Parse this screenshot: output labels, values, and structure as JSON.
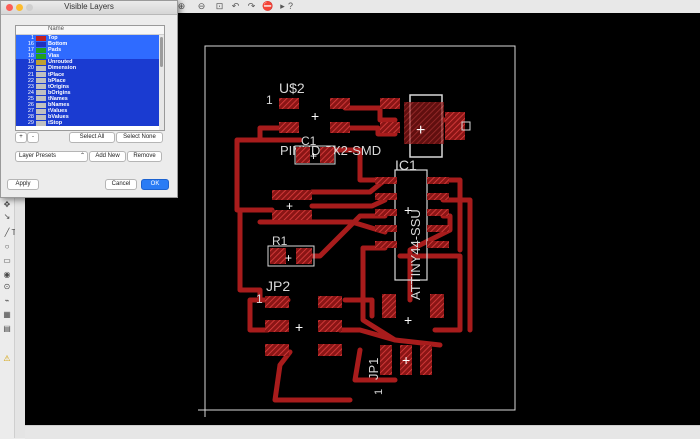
{
  "window": {
    "title": "Visible Layers"
  },
  "layers": {
    "header": {
      "num": "",
      "name": "Name"
    },
    "rows": [
      {
        "num": "1",
        "name": "Top",
        "color": "#c02020"
      },
      {
        "num": "16",
        "name": "Bottom",
        "color": "#2030c0"
      },
      {
        "num": "17",
        "name": "Pads",
        "color": "#20a020"
      },
      {
        "num": "18",
        "name": "Vias",
        "color": "#20a020"
      },
      {
        "num": "19",
        "name": "Unrouted",
        "color": "#c0a030"
      },
      {
        "num": "20",
        "name": "Dimension",
        "color": "#c0c0c0"
      },
      {
        "num": "21",
        "name": "tPlace",
        "color": "#c0c0c0"
      },
      {
        "num": "22",
        "name": "bPlace",
        "color": "#c0c0c0"
      },
      {
        "num": "23",
        "name": "tOrigins",
        "color": "#c0c0c0"
      },
      {
        "num": "24",
        "name": "bOrigins",
        "color": "#c0c0c0"
      },
      {
        "num": "25",
        "name": "tNames",
        "color": "#c0c0c0"
      },
      {
        "num": "26",
        "name": "bNames",
        "color": "#c0c0c0"
      },
      {
        "num": "27",
        "name": "tValues",
        "color": "#c0c0c0"
      },
      {
        "num": "28",
        "name": "bValues",
        "color": "#c0c0c0"
      },
      {
        "num": "29",
        "name": "tStop",
        "color": "#c0c0c0"
      }
    ]
  },
  "buttons": {
    "add": "+",
    "remove": "-",
    "select_all": "Select All",
    "select_none": "Select None",
    "layer_presets": "Layer Presets",
    "add_new": "Add New",
    "remove_preset": "Remove",
    "apply": "Apply",
    "cancel": "Cancel",
    "ok": "OK"
  },
  "board": {
    "labels": {
      "u2": "U$2",
      "c1": "C1",
      "pin_header": "PINHD-2X2-SMD",
      "ic1": "IC1",
      "ic1_value": "ATTINY44-SSU",
      "r1": "R1",
      "jp2": "JP2",
      "jp1": "JP1",
      "pin1_a": "1",
      "pin1_b": "1",
      "pin1_c": "1"
    }
  }
}
